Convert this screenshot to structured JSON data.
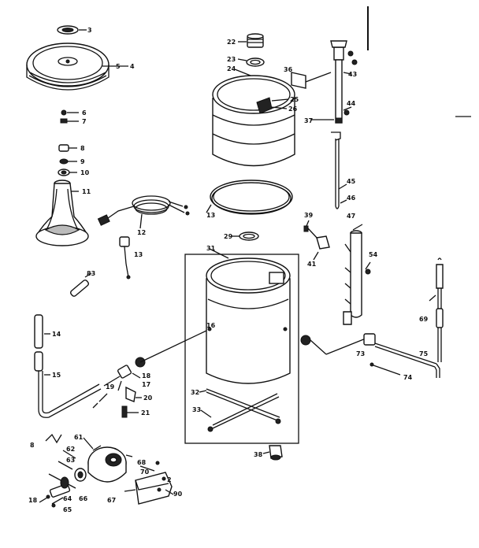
{
  "diagram": {
    "labels": [
      {
        "id": "p3",
        "text": "3"
      },
      {
        "id": "p5",
        "text": "5"
      },
      {
        "id": "p4",
        "text": "4"
      },
      {
        "id": "p6",
        "text": "6"
      },
      {
        "id": "p7",
        "text": "7"
      },
      {
        "id": "p8",
        "text": "8"
      },
      {
        "id": "p9",
        "text": "9"
      },
      {
        "id": "p10",
        "text": "10"
      },
      {
        "id": "p11",
        "text": "11"
      },
      {
        "id": "p12",
        "text": "12"
      },
      {
        "id": "p13",
        "text": "13"
      },
      {
        "id": "p83",
        "text": "83"
      },
      {
        "id": "p14",
        "text": "14"
      },
      {
        "id": "p15",
        "text": "15"
      },
      {
        "id": "p16",
        "text": "16"
      },
      {
        "id": "p17",
        "text": "17"
      },
      {
        "id": "p18",
        "text": "18"
      },
      {
        "id": "p19",
        "text": "19"
      },
      {
        "id": "p20",
        "text": "20"
      },
      {
        "id": "p21",
        "text": "21"
      },
      {
        "id": "p22",
        "text": "22"
      },
      {
        "id": "p23",
        "text": "23"
      },
      {
        "id": "p24",
        "text": "24"
      },
      {
        "id": "p25",
        "text": "25"
      },
      {
        "id": "p26",
        "text": "26"
      },
      {
        "id": "p36",
        "text": "36"
      },
      {
        "id": "p37",
        "text": "37"
      },
      {
        "id": "p43",
        "text": "43"
      },
      {
        "id": "p44",
        "text": "44"
      },
      {
        "id": "p45",
        "text": "45"
      },
      {
        "id": "p46",
        "text": "46"
      },
      {
        "id": "p47",
        "text": "47"
      },
      {
        "id": "p39",
        "text": "39"
      },
      {
        "id": "p41",
        "text": "41"
      },
      {
        "id": "p54",
        "text": "54"
      },
      {
        "id": "p29",
        "text": "29"
      },
      {
        "id": "p31",
        "text": "31"
      },
      {
        "id": "p30",
        "text": "13"
      },
      {
        "id": "p32",
        "text": "32"
      },
      {
        "id": "p33",
        "text": "33"
      },
      {
        "id": "p38",
        "text": "38"
      },
      {
        "id": "p73",
        "text": "73"
      },
      {
        "id": "p74",
        "text": "74"
      },
      {
        "id": "p75",
        "text": "75"
      },
      {
        "id": "p69",
        "text": "69"
      },
      {
        "id": "p61",
        "text": "61"
      },
      {
        "id": "p62",
        "text": "62"
      },
      {
        "id": "p63",
        "text": "63"
      },
      {
        "id": "p64",
        "text": "64"
      },
      {
        "id": "p65",
        "text": "65"
      },
      {
        "id": "p66",
        "text": "66"
      },
      {
        "id": "p67",
        "text": "67"
      },
      {
        "id": "p68",
        "text": "68"
      },
      {
        "id": "p70",
        "text": "70"
      },
      {
        "id": "p90",
        "text": "90"
      },
      {
        "id": "p2",
        "text": "2"
      },
      {
        "id": "p8b",
        "text": "8"
      },
      {
        "id": "p18b",
        "text": "18"
      }
    ]
  }
}
